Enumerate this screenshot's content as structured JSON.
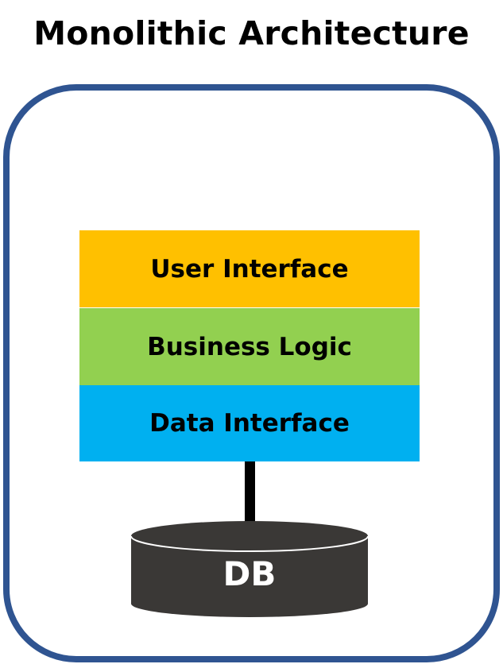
{
  "title": "Monolithic Architecture",
  "colors": {
    "frame": "#2f5491",
    "user_interface": "#ffc000",
    "business_logic": "#92d050",
    "data_interface": "#00b0f0",
    "connector": "#000000",
    "database": "#3a3836",
    "database_text": "#ffffff"
  },
  "layers": [
    {
      "label": "User Interface"
    },
    {
      "label": "Business Logic"
    },
    {
      "label": "Data Interface"
    }
  ],
  "database": {
    "label": "DB",
    "icon": "database-cylinder-icon"
  }
}
